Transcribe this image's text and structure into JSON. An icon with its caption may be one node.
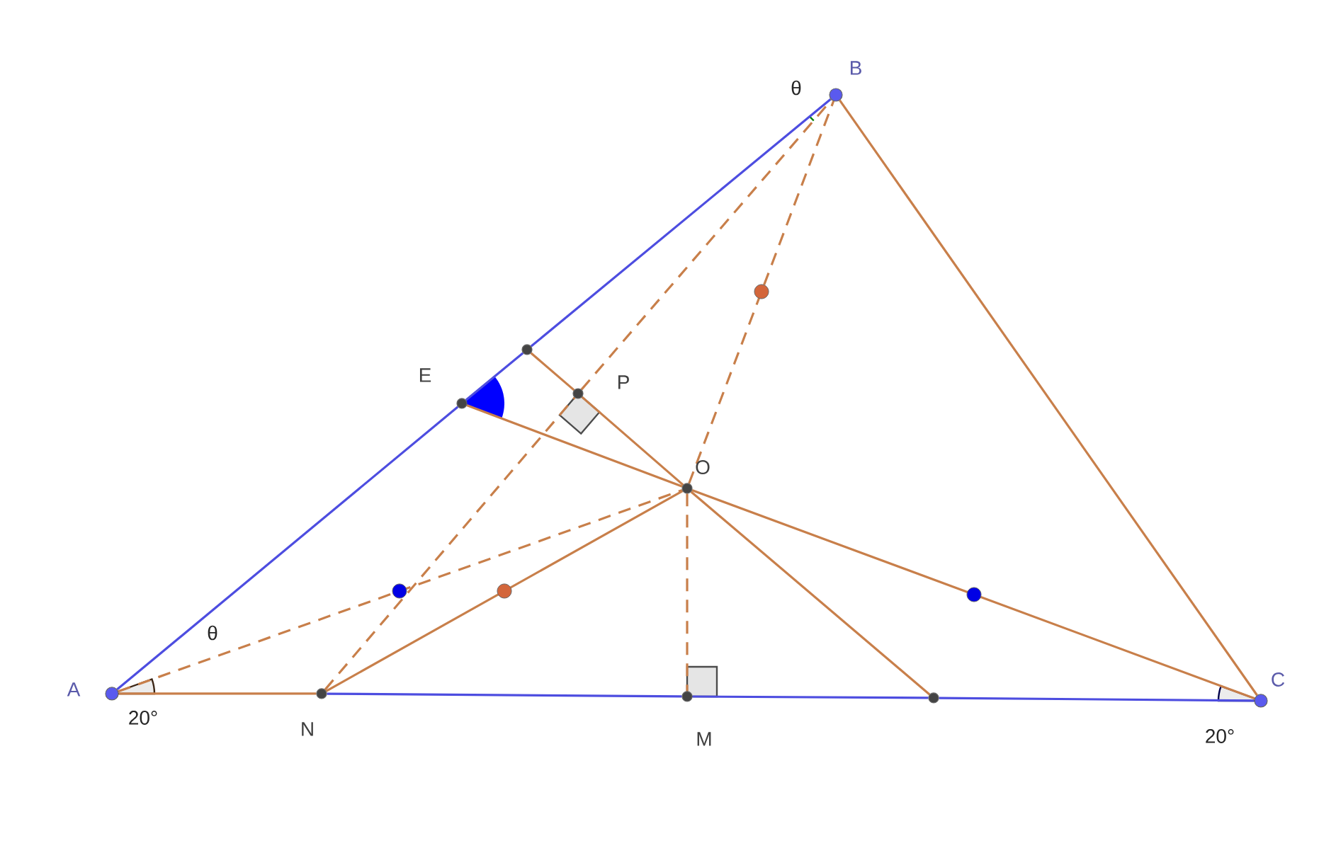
{
  "diagram": {
    "nodes": [
      {
        "text": [],
        "shape": "circle",
        "beside": [
          "B"
        ]
      },
      {
        "text": [],
        "shape": "circle"
      },
      {
        "text": [],
        "shape": "circle",
        "beside": [
          "E"
        ]
      },
      {
        "text": [],
        "shape": "circle",
        "beside": [
          "P"
        ]
      },
      {
        "text": [],
        "shape": "circle",
        "beside": [
          "O"
        ]
      },
      {
        "text": [],
        "shape": "circle",
        "beside": [
          "A"
        ]
      },
      {
        "text": [],
        "shape": "circle",
        "beside": [
          "N"
        ]
      },
      {
        "text": [],
        "shape": "circle",
        "beside": [
          "M"
        ]
      },
      {
        "text": [],
        "shape": "circle"
      },
      {
        "text": [],
        "shape": "circle",
        "beside": [
          "C"
        ]
      }
    ],
    "edges": [
      {
        "from": 5,
        "to": 2,
        "arrow": "none",
        "color": "#4d4de0"
      },
      {
        "from": 2,
        "to": 1,
        "arrow": "none",
        "color": "#4d4de0"
      },
      {
        "from": 1,
        "to": 0,
        "arrow": "none",
        "color": "#4d4de0"
      },
      {
        "from": 5,
        "to": 6,
        "arrow": "none"
      },
      {
        "from": 6,
        "to": 7,
        "arrow": "none",
        "color": "#4d4de0"
      },
      {
        "from": 7,
        "to": 8,
        "arrow": "none",
        "color": "#4d4de0"
      },
      {
        "from": 8,
        "to": 9,
        "arrow": "none",
        "color": "#4d4de0"
      },
      {
        "from": 0,
        "to": 9,
        "arrow": "none"
      },
      {
        "from": 1,
        "to": 3,
        "arrow": "none"
      },
      {
        "from": 3,
        "to": 4,
        "arrow": "none"
      },
      {
        "from": 4,
        "to": 8,
        "arrow": "none"
      },
      {
        "from": 2,
        "to": 4,
        "arrow": "none"
      },
      {
        "from": 4,
        "to": 9,
        "arrow": "none"
      },
      {
        "from": 6,
        "to": 4,
        "arrow": "none"
      },
      {
        "from": 5,
        "to": 4,
        "arrow": "none",
        "style": "dashed"
      },
      {
        "from": 6,
        "to": 3,
        "arrow": "none",
        "style": "dashed"
      },
      {
        "from": 3,
        "to": 0,
        "arrow": "none",
        "style": "dashed"
      },
      {
        "from": 4,
        "to": 0,
        "arrow": "none",
        "style": "dashed"
      },
      {
        "from": 4,
        "to": 7,
        "arrow": "none",
        "style": "dashed"
      }
    ],
    "labels": [
      "θ",
      "θ",
      "20°",
      "20°"
    ]
  }
}
